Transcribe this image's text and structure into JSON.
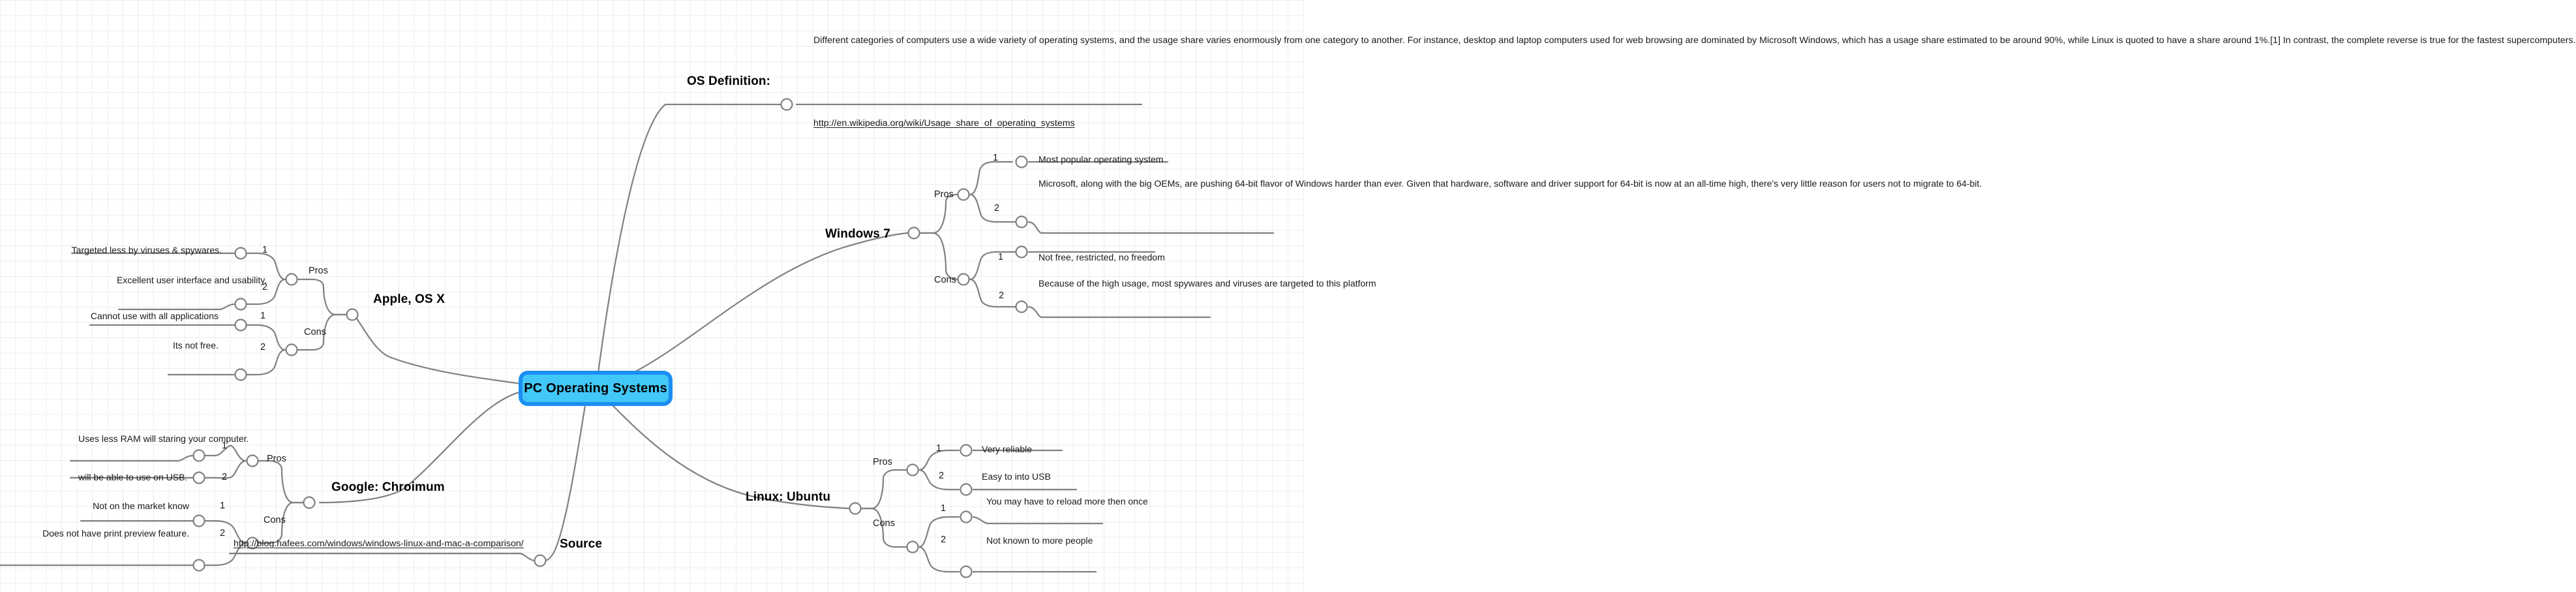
{
  "central": {
    "label": "PC Operating Systems"
  },
  "branches": {
    "os_definition": {
      "title": "OS Definition:",
      "note": "Different categories of computers use a wide variety of operating systems, and the usage share varies enormously from one category to another. For instance, desktop and laptop computers used for web browsing are dominated by Microsoft Windows, which has a usage share estimated to be around 90%, while Linux is quoted to have a share around 1%.[1] In contrast, the complete reverse is true for the fastest supercomputers.",
      "link": "http://en.wikipedia.org/wiki/Usage_share_of_operating_systems"
    },
    "windows7": {
      "title": "Windows 7",
      "pros_label": "Pros",
      "cons_label": "Cons",
      "pros": [
        {
          "index": "1",
          "text": "Most popular operating system"
        },
        {
          "index": "2",
          "text": "Microsoft, along with the big OEMs, are pushing 64-bit flavor of Windows harder than ever. Given that hardware, software and driver support for 64-bit is now at an all-time high, there's very little reason for users not to migrate to 64-bit."
        }
      ],
      "cons": [
        {
          "index": "1",
          "text": "Not free, restricted, no freedom"
        },
        {
          "index": "2",
          "text": "Because of the high usage, most spywares and viruses are targeted to this platform"
        }
      ]
    },
    "apple": {
      "title": "Apple, OS X",
      "pros_label": "Pros",
      "cons_label": "Cons",
      "pros": [
        {
          "index": "1",
          "text": "Targeted less by viruses & spywares."
        },
        {
          "index": "2",
          "text": "Excellent user interface and usability."
        }
      ],
      "cons": [
        {
          "index": "1",
          "text": "Cannot use with all applications"
        },
        {
          "index": "2",
          "text": "Its not free."
        }
      ]
    },
    "chromium": {
      "title": "Google: Chroimum",
      "pros_label": "Pros",
      "cons_label": "Cons",
      "pros": [
        {
          "index": "1",
          "text": "Uses less RAM will staring your computer."
        },
        {
          "index": "2",
          "text": "will be able to use on USB."
        }
      ],
      "cons": [
        {
          "index": "1",
          "text": "Not on the market know"
        },
        {
          "index": "2",
          "text": "Does not have print preview feature."
        }
      ]
    },
    "linux": {
      "title": "Linux: Ubuntu",
      "pros_label": "Pros",
      "cons_label": "Cons",
      "pros": [
        {
          "index": "1",
          "text": "Very reliable"
        },
        {
          "index": "2",
          "text": "Easy to into USB"
        }
      ],
      "cons": [
        {
          "index": "1",
          "text": "You may have to reload more then once"
        },
        {
          "index": "2",
          "text": "Not known to more people"
        }
      ]
    },
    "source": {
      "title": "Source",
      "link": "http://blog.hafees.com/windows/windows-linux-and-mac-a-comparison/"
    }
  },
  "theme": {
    "node_accent": "#1b8ef2",
    "node_fill": "#41c8f7",
    "wire_color": "#808080",
    "grid_color": "#e9f1e4"
  }
}
